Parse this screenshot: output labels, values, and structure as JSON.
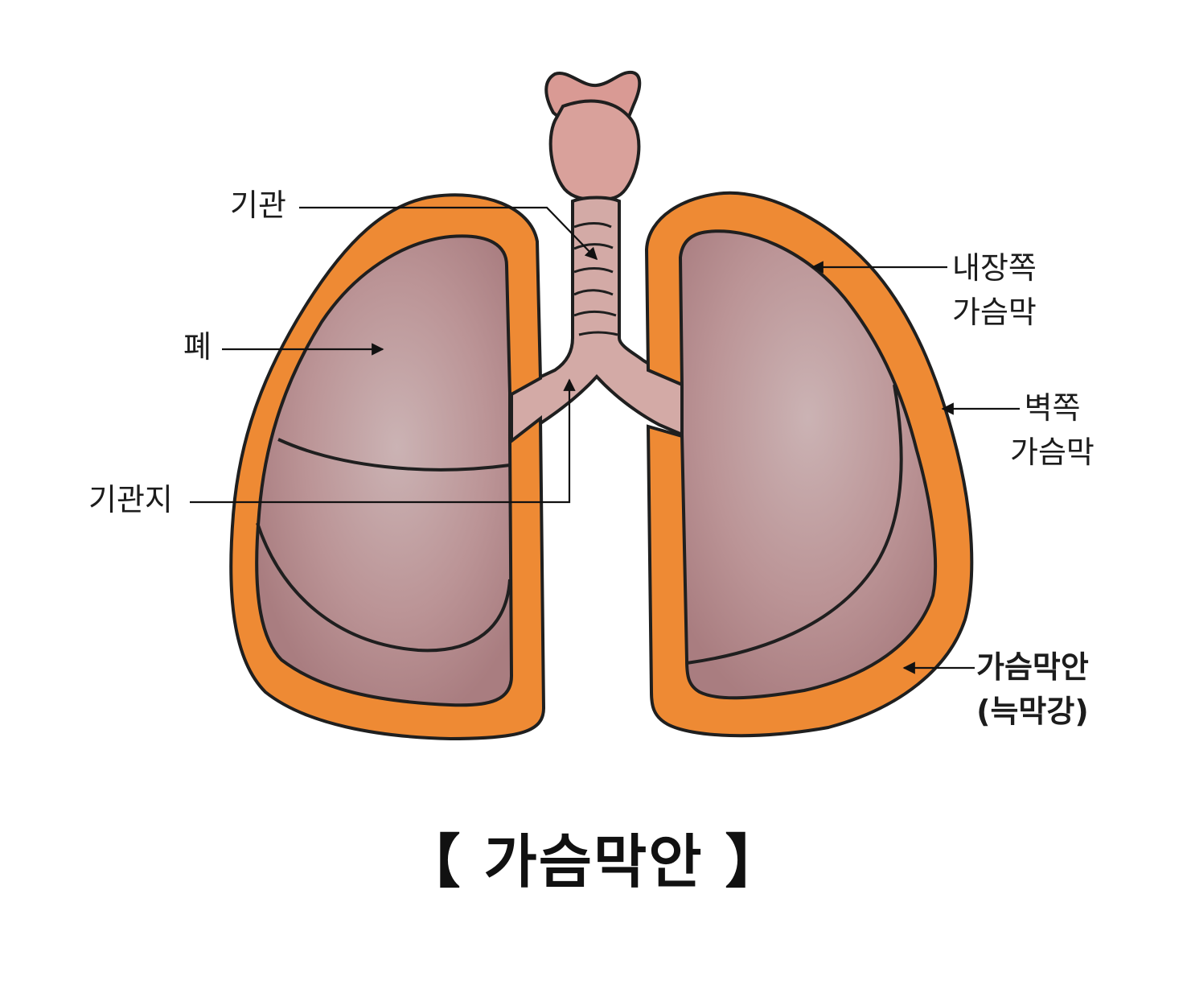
{
  "diagram": {
    "title": "【 가슴막안 】",
    "colors": {
      "pleura_orange": "#ee8a34",
      "lung_fill": "#b98d90",
      "lung_highlight": "#c9aeb0",
      "airway_fill": "#d9a39c",
      "bronchus_fill": "#ccb3b1",
      "outline": "#1f1f1f",
      "background": "#ffffff"
    },
    "labels": {
      "trachea": "기관",
      "lung": "폐",
      "bronchus": "기관지",
      "visceral_pleura_line1": "내장쪽",
      "visceral_pleura_line2": "가슴막",
      "parietal_pleura_line1": "벽쪽",
      "parietal_pleura_line2": "가슴막",
      "pleural_cavity_line1": "가슴막안",
      "pleural_cavity_line2": "(늑막강)"
    }
  }
}
